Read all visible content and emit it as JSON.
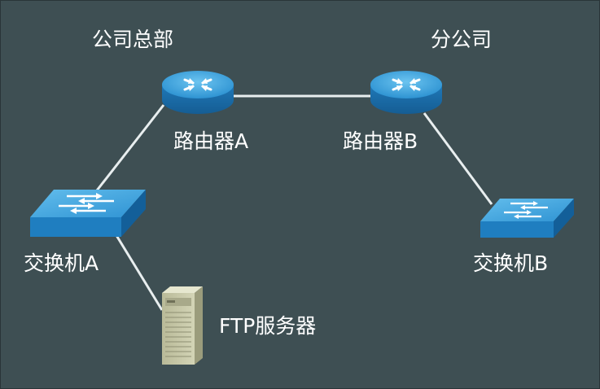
{
  "sites": {
    "headquarters": "公司总部",
    "branch": "分公司"
  },
  "devices": {
    "router_a": "路由器A",
    "router_b": "路由器B",
    "switch_a": "交换机A",
    "switch_b": "交换机B",
    "ftp_server": "FTP服务器"
  },
  "colors": {
    "background": "#3e4f53",
    "device_blue": "#2a8ccc",
    "device_blue_light": "#5fb8ea",
    "link": "#e8eeef",
    "server_body": "#c8c9a8",
    "text": "#ffffff"
  },
  "icons": {
    "router": "router-icon",
    "switch": "switch-icon",
    "server": "server-icon"
  }
}
